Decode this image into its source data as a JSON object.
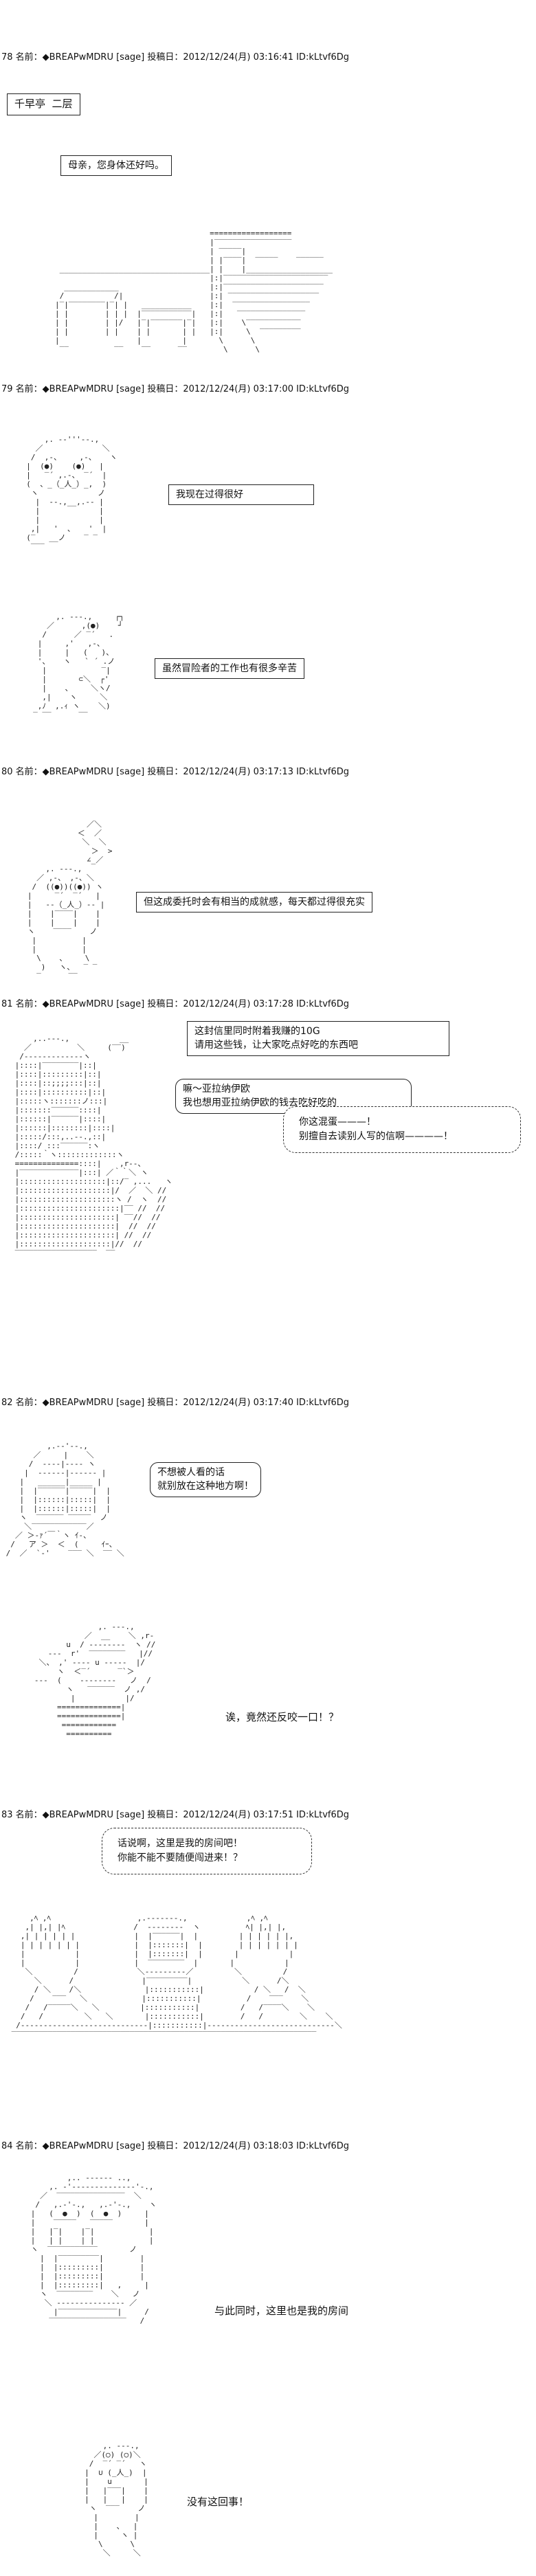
{
  "posts": [
    {
      "header": "78 名前：◆BREAPwMDRU [sage] 投稿日：2012/12/24(月) 03:16:41 ID:kLtvf6Dg",
      "title_box": "千早亭  二层",
      "lines": [
        "母亲，您身体还好吗。"
      ]
    },
    {
      "header": "79 名前：◆BREAPwMDRU [sage] 投稿日：2012/12/24(月) 03:17:00 ID:kLtvf6Dg",
      "lines": [
        "我现在过得很好",
        "虽然冒险者的工作也有很多辛苦"
      ]
    },
    {
      "header": "80 名前：◆BREAPwMDRU [sage] 投稿日：2012/12/24(月) 03:17:13 ID:kLtvf6Dg",
      "lines": [
        "但这成委托时会有相当的成就感，每天都过得很充实"
      ]
    },
    {
      "header": "81 名前：◆BREAPwMDRU [sage] 投稿日：2012/12/24(月) 03:17:28 ID:kLtvf6Dg",
      "lines": [
        "这封信里同时附着我赚的10G\n请用这些钱，让大家吃点好吃的东西吧",
        "嘛～亚拉纳伊欧\n我也想用亚拉纳伊欧的钱去吃好吃的",
        "你这混蛋———！\n别擅自去读别人写的信啊————！"
      ]
    },
    {
      "header": "82 名前：◆BREAPwMDRU [sage] 投稿日：2012/12/24(月) 03:17:40 ID:kLtvf6Dg",
      "lines": [
        "不想被人看的话\n就别放在这种地方啊！",
        "诶，竟然还反咬一口！？"
      ]
    },
    {
      "header": "83 名前：◆BREAPwMDRU [sage] 投稿日：2012/12/24(月) 03:17:51 ID:kLtvf6Dg",
      "lines": [
        "话说啊，这里是我的房间吧！\n你能不能不要随便闯进来！？"
      ]
    },
    {
      "header": "84 名前：◆BREAPwMDRU [sage] 投稿日：2012/12/24(月) 03:18:03 ID:kLtvf6Dg",
      "lines": [
        "与此同时，这里也是我的房间",
        "没有这回事！"
      ]
    }
  ]
}
